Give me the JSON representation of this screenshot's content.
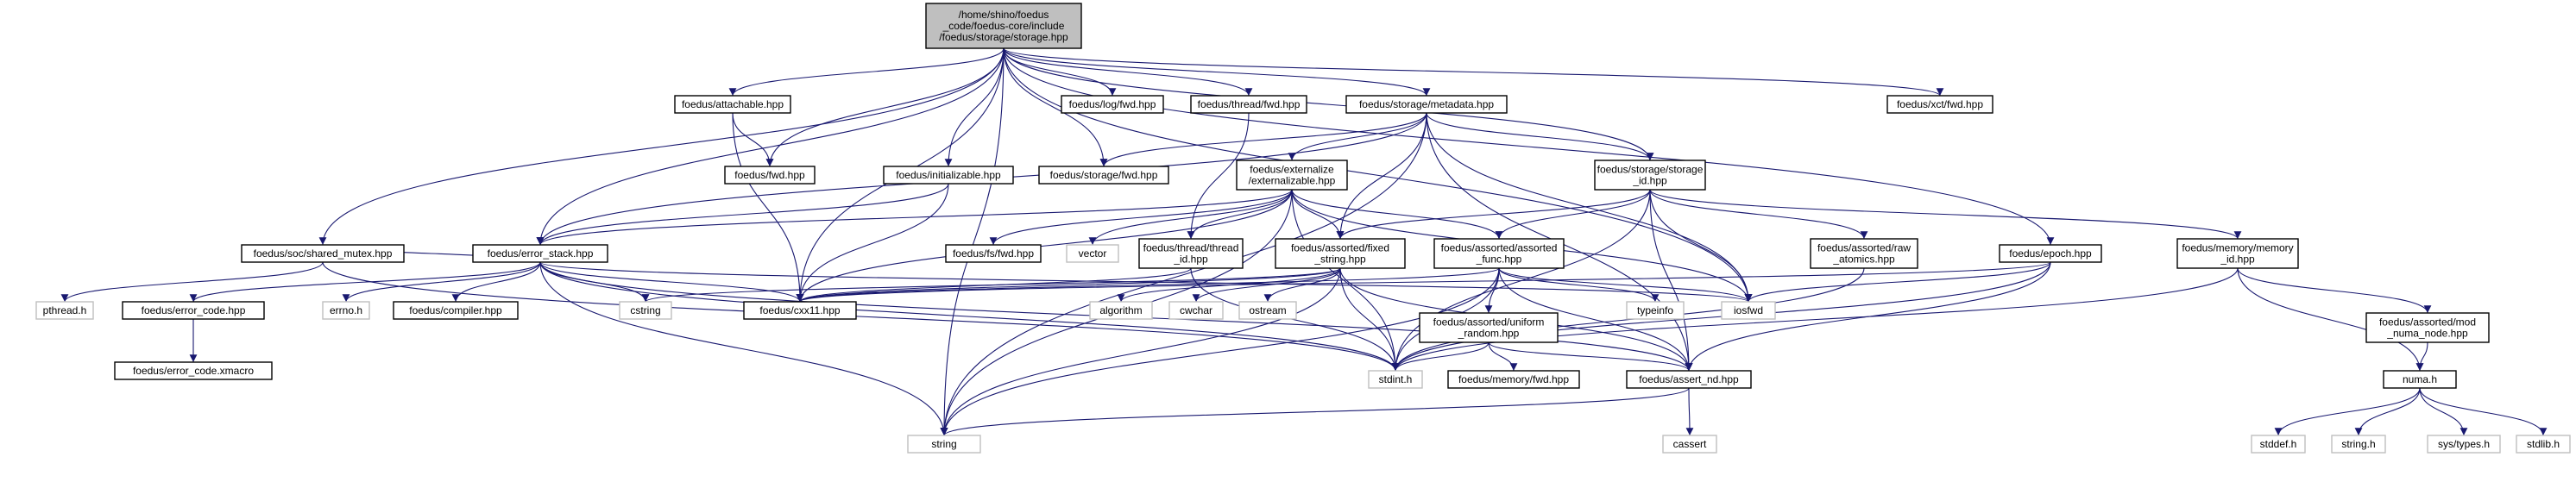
{
  "nodes": [
    {
      "id": "root",
      "lines": [
        "/home/shino/foedus",
        "_code/foedus-core/include",
        "/foedus/storage/storage.hpp"
      ],
      "kind": "root"
    },
    {
      "id": "attachable",
      "lines": [
        "foedus/attachable.hpp"
      ],
      "kind": "internal"
    },
    {
      "id": "log_fwd",
      "lines": [
        "foedus/log/fwd.hpp"
      ],
      "kind": "internal"
    },
    {
      "id": "thread_fwd",
      "lines": [
        "foedus/thread/fwd.hpp"
      ],
      "kind": "internal"
    },
    {
      "id": "metadata",
      "lines": [
        "foedus/storage/metadata.hpp"
      ],
      "kind": "internal"
    },
    {
      "id": "xct_fwd",
      "lines": [
        "foedus/xct/fwd.hpp"
      ],
      "kind": "internal"
    },
    {
      "id": "fwd",
      "lines": [
        "foedus/fwd.hpp"
      ],
      "kind": "internal"
    },
    {
      "id": "initializable",
      "lines": [
        "foedus/initializable.hpp"
      ],
      "kind": "internal"
    },
    {
      "id": "storage_fwd",
      "lines": [
        "foedus/storage/fwd.hpp"
      ],
      "kind": "internal"
    },
    {
      "id": "externalizable",
      "lines": [
        "foedus/externalize",
        "/externalizable.hpp"
      ],
      "kind": "internal"
    },
    {
      "id": "storage_id",
      "lines": [
        "foedus/storage/storage",
        "_id.hpp"
      ],
      "kind": "internal"
    },
    {
      "id": "shared_mutex",
      "lines": [
        "foedus/soc/shared_mutex.hpp"
      ],
      "kind": "internal"
    },
    {
      "id": "error_stack",
      "lines": [
        "foedus/error_stack.hpp"
      ],
      "kind": "internal"
    },
    {
      "id": "fs_fwd",
      "lines": [
        "foedus/fs/fwd.hpp"
      ],
      "kind": "internal"
    },
    {
      "id": "vector",
      "lines": [
        "vector"
      ],
      "kind": "external"
    },
    {
      "id": "thread_id",
      "lines": [
        "foedus/thread/thread",
        "_id.hpp"
      ],
      "kind": "internal"
    },
    {
      "id": "fixed_string",
      "lines": [
        "foedus/assorted/fixed",
        "_string.hpp"
      ],
      "kind": "internal"
    },
    {
      "id": "assorted_func",
      "lines": [
        "foedus/assorted/assorted",
        "_func.hpp"
      ],
      "kind": "internal"
    },
    {
      "id": "raw_atomics",
      "lines": [
        "foedus/assorted/raw",
        "_atomics.hpp"
      ],
      "kind": "internal"
    },
    {
      "id": "epoch",
      "lines": [
        "foedus/epoch.hpp"
      ],
      "kind": "internal"
    },
    {
      "id": "memory_id",
      "lines": [
        "foedus/memory/memory",
        "_id.hpp"
      ],
      "kind": "internal"
    },
    {
      "id": "pthread",
      "lines": [
        "pthread.h"
      ],
      "kind": "external"
    },
    {
      "id": "error_code",
      "lines": [
        "foedus/error_code.hpp"
      ],
      "kind": "internal"
    },
    {
      "id": "errno",
      "lines": [
        "errno.h"
      ],
      "kind": "external"
    },
    {
      "id": "compiler",
      "lines": [
        "foedus/compiler.hpp"
      ],
      "kind": "internal"
    },
    {
      "id": "cstring",
      "lines": [
        "cstring"
      ],
      "kind": "external"
    },
    {
      "id": "cxx11",
      "lines": [
        "foedus/cxx11.hpp"
      ],
      "kind": "internal"
    },
    {
      "id": "algorithm",
      "lines": [
        "algorithm"
      ],
      "kind": "external"
    },
    {
      "id": "cwchar",
      "lines": [
        "cwchar"
      ],
      "kind": "external"
    },
    {
      "id": "ostream",
      "lines": [
        "ostream"
      ],
      "kind": "external"
    },
    {
      "id": "uniform_random",
      "lines": [
        "foedus/assorted/uniform",
        "_random.hpp"
      ],
      "kind": "internal"
    },
    {
      "id": "typeinfo",
      "lines": [
        "typeinfo"
      ],
      "kind": "external"
    },
    {
      "id": "iosfwd",
      "lines": [
        "iosfwd"
      ],
      "kind": "external"
    },
    {
      "id": "mod_numa",
      "lines": [
        "foedus/assorted/mod",
        "_numa_node.hpp"
      ],
      "kind": "internal"
    },
    {
      "id": "error_code_xmacro",
      "lines": [
        "foedus/error_code.xmacro"
      ],
      "kind": "internal"
    },
    {
      "id": "stdint",
      "lines": [
        "stdint.h"
      ],
      "kind": "external"
    },
    {
      "id": "memory_fwd",
      "lines": [
        "foedus/memory/fwd.hpp"
      ],
      "kind": "internal"
    },
    {
      "id": "assert_nd",
      "lines": [
        "foedus/assert_nd.hpp"
      ],
      "kind": "internal"
    },
    {
      "id": "numa",
      "lines": [
        "numa.h"
      ],
      "kind": "internal"
    },
    {
      "id": "string",
      "lines": [
        "string"
      ],
      "kind": "external"
    },
    {
      "id": "cassert",
      "lines": [
        "cassert"
      ],
      "kind": "external"
    },
    {
      "id": "stddef",
      "lines": [
        "stddef.h"
      ],
      "kind": "external"
    },
    {
      "id": "string_h",
      "lines": [
        "string.h"
      ],
      "kind": "external"
    },
    {
      "id": "sys_types",
      "lines": [
        "sys/types.h"
      ],
      "kind": "external"
    },
    {
      "id": "stdlib",
      "lines": [
        "stdlib.h"
      ],
      "kind": "external"
    }
  ],
  "edges": [
    [
      "root",
      "attachable"
    ],
    [
      "root",
      "log_fwd"
    ],
    [
      "root",
      "thread_fwd"
    ],
    [
      "root",
      "metadata"
    ],
    [
      "root",
      "xct_fwd"
    ],
    [
      "root",
      "fwd"
    ],
    [
      "root",
      "initializable"
    ],
    [
      "root",
      "storage_fwd"
    ],
    [
      "root",
      "storage_id"
    ],
    [
      "root",
      "shared_mutex"
    ],
    [
      "root",
      "error_stack"
    ],
    [
      "root",
      "epoch"
    ],
    [
      "root",
      "cxx11"
    ],
    [
      "root",
      "iosfwd"
    ],
    [
      "root",
      "string"
    ],
    [
      "attachable",
      "fwd"
    ],
    [
      "attachable",
      "cxx11"
    ],
    [
      "thread_fwd",
      "thread_id"
    ],
    [
      "metadata",
      "storage_fwd"
    ],
    [
      "metadata",
      "externalizable"
    ],
    [
      "metadata",
      "storage_id"
    ],
    [
      "metadata",
      "fixed_string"
    ],
    [
      "metadata",
      "iosfwd"
    ],
    [
      "metadata",
      "assert_nd"
    ],
    [
      "metadata",
      "error_stack"
    ],
    [
      "metadata",
      "string"
    ],
    [
      "initializable",
      "error_stack"
    ],
    [
      "initializable",
      "cxx11"
    ],
    [
      "externalizable",
      "error_stack"
    ],
    [
      "externalizable",
      "fs_fwd"
    ],
    [
      "externalizable",
      "vector"
    ],
    [
      "externalizable",
      "thread_id"
    ],
    [
      "externalizable",
      "fixed_string"
    ],
    [
      "externalizable",
      "assorted_func"
    ],
    [
      "externalizable",
      "cxx11"
    ],
    [
      "externalizable",
      "iosfwd"
    ],
    [
      "externalizable",
      "stdint"
    ],
    [
      "externalizable",
      "string"
    ],
    [
      "storage_id",
      "fixed_string"
    ],
    [
      "storage_id",
      "assorted_func"
    ],
    [
      "storage_id",
      "raw_atomics"
    ],
    [
      "storage_id",
      "memory_id"
    ],
    [
      "storage_id",
      "iosfwd"
    ],
    [
      "storage_id",
      "stdint"
    ],
    [
      "storage_id",
      "assert_nd"
    ],
    [
      "shared_mutex",
      "error_stack"
    ],
    [
      "shared_mutex",
      "pthread"
    ],
    [
      "shared_mutex",
      "stdint"
    ],
    [
      "error_stack",
      "error_code"
    ],
    [
      "error_stack",
      "errno"
    ],
    [
      "error_stack",
      "compiler"
    ],
    [
      "error_stack",
      "cstring"
    ],
    [
      "error_stack",
      "cxx11"
    ],
    [
      "error_stack",
      "iosfwd"
    ],
    [
      "error_stack",
      "stdint"
    ],
    [
      "error_stack",
      "assert_nd"
    ],
    [
      "error_stack",
      "string"
    ],
    [
      "thread_id",
      "cxx11"
    ],
    [
      "thread_id",
      "stdint"
    ],
    [
      "fixed_string",
      "cxx11"
    ],
    [
      "fixed_string",
      "algorithm"
    ],
    [
      "fixed_string",
      "cwchar"
    ],
    [
      "fixed_string",
      "ostream"
    ],
    [
      "fixed_string",
      "cstring"
    ],
    [
      "fixed_string",
      "stdint"
    ],
    [
      "fixed_string",
      "assert_nd"
    ],
    [
      "fixed_string",
      "string"
    ],
    [
      "assorted_func",
      "cxx11"
    ],
    [
      "assorted_func",
      "uniform_random"
    ],
    [
      "assorted_func",
      "typeinfo"
    ],
    [
      "assorted_func",
      "iosfwd"
    ],
    [
      "assorted_func",
      "stdint"
    ],
    [
      "assorted_func",
      "assert_nd"
    ],
    [
      "assorted_func",
      "string"
    ],
    [
      "raw_atomics",
      "stdint"
    ],
    [
      "epoch",
      "iosfwd"
    ],
    [
      "epoch",
      "stdint"
    ],
    [
      "epoch",
      "assert_nd"
    ],
    [
      "epoch",
      "cxx11"
    ],
    [
      "memory_id",
      "mod_numa"
    ],
    [
      "memory_id",
      "numa"
    ],
    [
      "memory_id",
      "stdint"
    ],
    [
      "error_code",
      "error_code_xmacro"
    ],
    [
      "uniform_random",
      "stdint"
    ],
    [
      "uniform_random",
      "memory_fwd"
    ],
    [
      "uniform_random",
      "assert_nd"
    ],
    [
      "mod_numa",
      "numa"
    ],
    [
      "assert_nd",
      "cassert"
    ],
    [
      "assert_nd",
      "string"
    ],
    [
      "numa",
      "stddef"
    ],
    [
      "numa",
      "string_h"
    ],
    [
      "numa",
      "sys_types"
    ],
    [
      "numa",
      "stdlib"
    ]
  ]
}
